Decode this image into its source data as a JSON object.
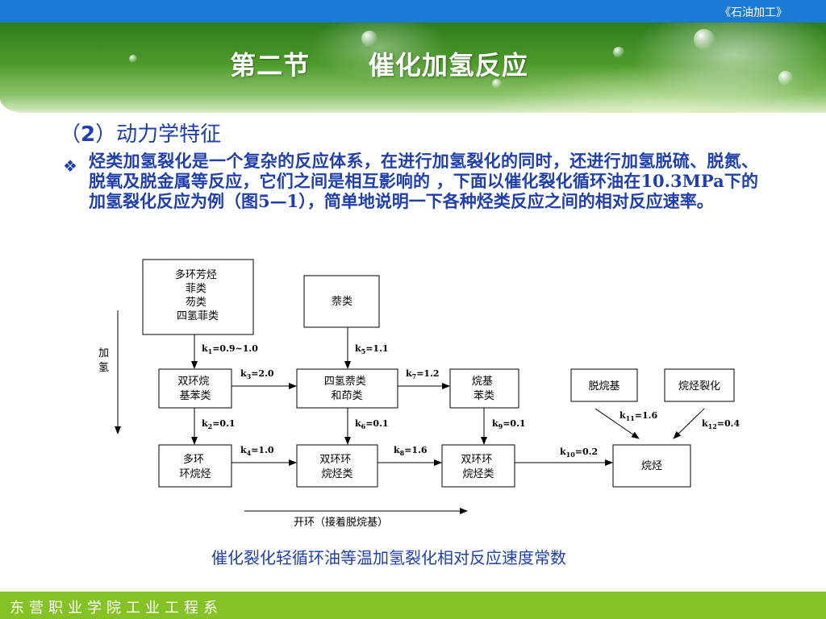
{
  "header": {
    "book_title": "《石油加工》"
  },
  "title": {
    "section": "第二节",
    "topic": "催化加氢反应"
  },
  "heading": {
    "prefix": "（",
    "number": "2",
    "text": "）动力学特征"
  },
  "bullet": {
    "icon": "diamond-bullet-icon",
    "text": "烃类加氢裂化是一个复杂的反应体系，在进行加氢裂化的同时，还进行加氢脱硫、脱氮、脱氧及脱金属等反应，它们之间是相互影响的 ，下面以催化裂化循环油在10.3MPa下的加氢裂化反应为例（图5—1），简单地说明一下各种烃类反应之间的相对反应速率。"
  },
  "diagram": {
    "nodes": {
      "polycyclic_aromatics": [
        "多环芳烃",
        "菲类",
        "芴类",
        "四氢菲类"
      ],
      "naphthalenes": [
        "萘类"
      ],
      "bicyclic_alkylbenzenes": [
        "双环烷",
        "基苯类"
      ],
      "tetrahydronaphthalenes": [
        "四氢萘类",
        "和茚类"
      ],
      "alkylbenzenes": [
        "烷基",
        "苯类"
      ],
      "dealkylation": [
        "脱烷基"
      ],
      "alkane_cracking": [
        "烷烃裂化"
      ],
      "polycyclic_naphthenes": [
        "多环",
        "环烷烃"
      ],
      "bicyclic_naphthenes_1": [
        "双环环",
        "烷烃类"
      ],
      "bicyclic_naphthenes_2": [
        "双环环",
        "烷烃类"
      ],
      "alkanes": [
        "烷烃"
      ]
    },
    "rates": {
      "k1": {
        "sub": "1",
        "val": "=0.9~1.0"
      },
      "k2": {
        "sub": "2",
        "val": "=0.1"
      },
      "k3": {
        "sub": "3",
        "val": "=2.0"
      },
      "k4": {
        "sub": "4",
        "val": "=1.0"
      },
      "k5": {
        "sub": "5",
        "val": "=1.1"
      },
      "k6": {
        "sub": "6",
        "val": "=0.1"
      },
      "k7": {
        "sub": "7",
        "val": "=1.2"
      },
      "k8": {
        "sub": "8",
        "val": "=1.6"
      },
      "k9": {
        "sub": "9",
        "val": "=0.1"
      },
      "k10": {
        "sub": "10",
        "val": "=0.2"
      },
      "k11": {
        "sub": "11",
        "val": "=1.6"
      },
      "k12": {
        "sub": "12",
        "val": "=0.4"
      }
    },
    "hydrogenation_axis": [
      "加",
      "氢"
    ],
    "ring_opening_axis": "开环（接着脱烷基）"
  },
  "caption": "催化裂化轻循环油等温加氢裂化相对反应速度常数",
  "footer": {
    "org": "东营职业学院工业工程系"
  },
  "colors": {
    "topbar": "#1b7bd4",
    "footer": "#84c225",
    "text": "#1f3fae"
  }
}
